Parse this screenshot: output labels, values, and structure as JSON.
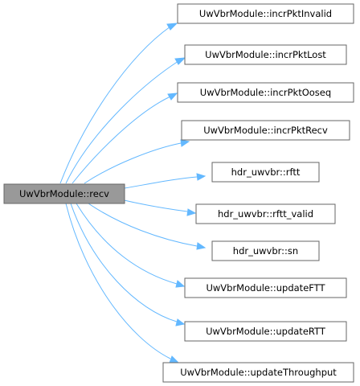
{
  "graph": {
    "root": {
      "label": "UwVbrModule::recv"
    },
    "callees": [
      {
        "label": "UwVbrModule::incrPktInvalid"
      },
      {
        "label": "UwVbrModule::incrPktLost"
      },
      {
        "label": "UwVbrModule::incrPktOoseq"
      },
      {
        "label": "UwVbrModule::incrPktRecv"
      },
      {
        "label": "hdr_uwvbr::rftt"
      },
      {
        "label": "hdr_uwvbr::rftt_valid"
      },
      {
        "label": "hdr_uwvbr::sn"
      },
      {
        "label": "UwVbrModule::updateFTT"
      },
      {
        "label": "UwVbrModule::updateRTT"
      },
      {
        "label": "UwVbrModule::updateThroughput"
      }
    ],
    "colors": {
      "edge": "#63b8ff",
      "root_fill": "#999999",
      "node_border": "#666666"
    }
  }
}
